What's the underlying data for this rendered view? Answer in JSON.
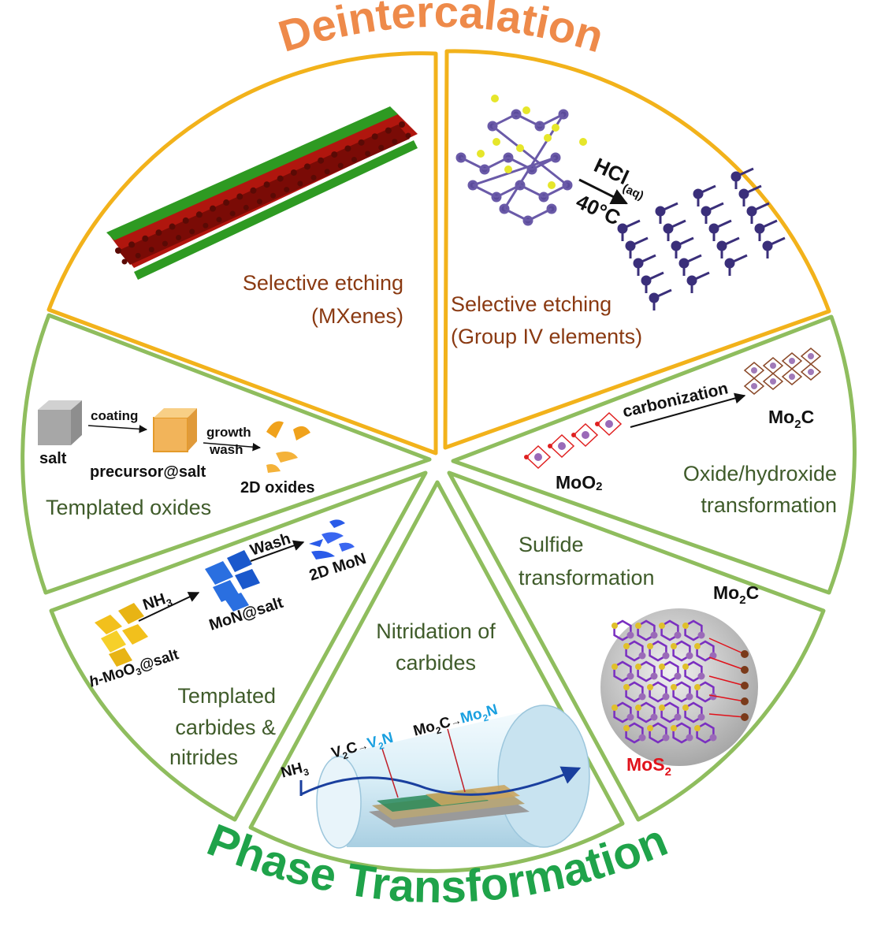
{
  "titles": {
    "top": "Deintercalation",
    "bottom": "Phase Transformation"
  },
  "sectors": {
    "mxenes": {
      "line1": "Selective etching",
      "line2": "(MXenes)"
    },
    "group4": {
      "line1": "Selective etching",
      "line2": "(Group IV elements)",
      "reagent": "HCl",
      "reagent_sub": "(aq)",
      "temperature": "40°C"
    },
    "templated_oxides": {
      "title": "Templated oxides",
      "step1": "coating",
      "step2a": "growth",
      "step2b": "wash",
      "salt": "salt",
      "precursor": "precursor@salt",
      "product": "2D oxides"
    },
    "oxide_hydroxide": {
      "line1": "Oxide/hydroxide",
      "line2": "transformation",
      "process": "carbonization",
      "reactant": "MoO",
      "reactant_sub": "2",
      "product": "Mo",
      "product_sub": "2",
      "product_tail": "C"
    },
    "templated_carbides": {
      "line1": "Templated",
      "line2": "carbides &",
      "line3": "nitrides",
      "reagent": "NH",
      "reagent_sub": "3",
      "wash": "Wash",
      "start_a": "h",
      "start_b": "-MoO",
      "start_sub": "3",
      "start_c": "@salt",
      "middle": "MoN@salt",
      "product": "2D MoN"
    },
    "nitridation": {
      "line1": "Nitridation of",
      "line2": "carbides",
      "gas": "NH",
      "gas_sub": "3",
      "v_reactant": "V",
      "v_reactant_sub": "2",
      "v_reactant_tail": "C",
      "v_product": "V",
      "v_product_sub": "2",
      "v_product_tail": "N",
      "mo_reactant": "Mo",
      "mo_reactant_sub": "2",
      "mo_reactant_tail": "C",
      "mo_product": "Mo",
      "mo_product_sub": "2",
      "mo_product_tail": "N",
      "arrow": "→"
    },
    "sulfide": {
      "line1": "Sulfide",
      "line2": "transformation",
      "top_label": "Mo",
      "top_label_sub": "2",
      "top_label_tail": "C",
      "bottom_label": "MoS",
      "bottom_label_sub": "2"
    }
  },
  "colors": {
    "orange_title": "#ee8a4a",
    "green_title": "#1fa34a",
    "yellow_border": "#f2b21b",
    "green_border": "#8fbd5e",
    "brown_text": "#8a3a12",
    "green_text": "#3f5b2a",
    "blue_text": "#1aa0e0",
    "red_text": "#e0121b"
  }
}
